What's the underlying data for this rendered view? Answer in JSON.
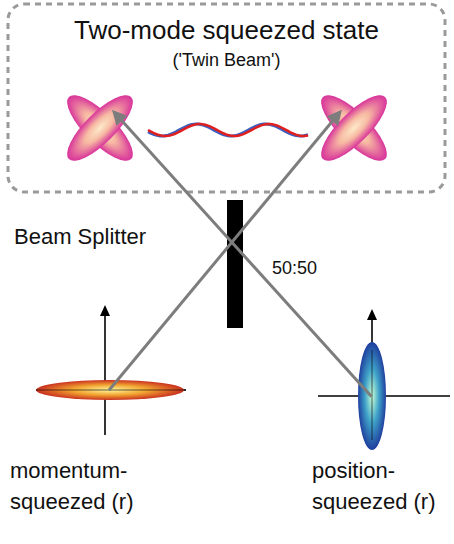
{
  "diagram": {
    "nodes": [
      {
        "text": [
          "Two-mode squeezed state",
          "('Twin Beam')"
        ]
      },
      {
        "text": [
          "Beam Splitter",
          "50:50"
        ]
      },
      {
        "text": [
          "momentum- squeezed (r)"
        ]
      },
      {
        "text": [
          "position- squeezed (r)"
        ]
      }
    ],
    "edges": [
      {
        "from": 2,
        "to": 0,
        "arrow": "to"
      },
      {
        "from": 3,
        "to": 0,
        "arrow": "to"
      }
    ]
  }
}
